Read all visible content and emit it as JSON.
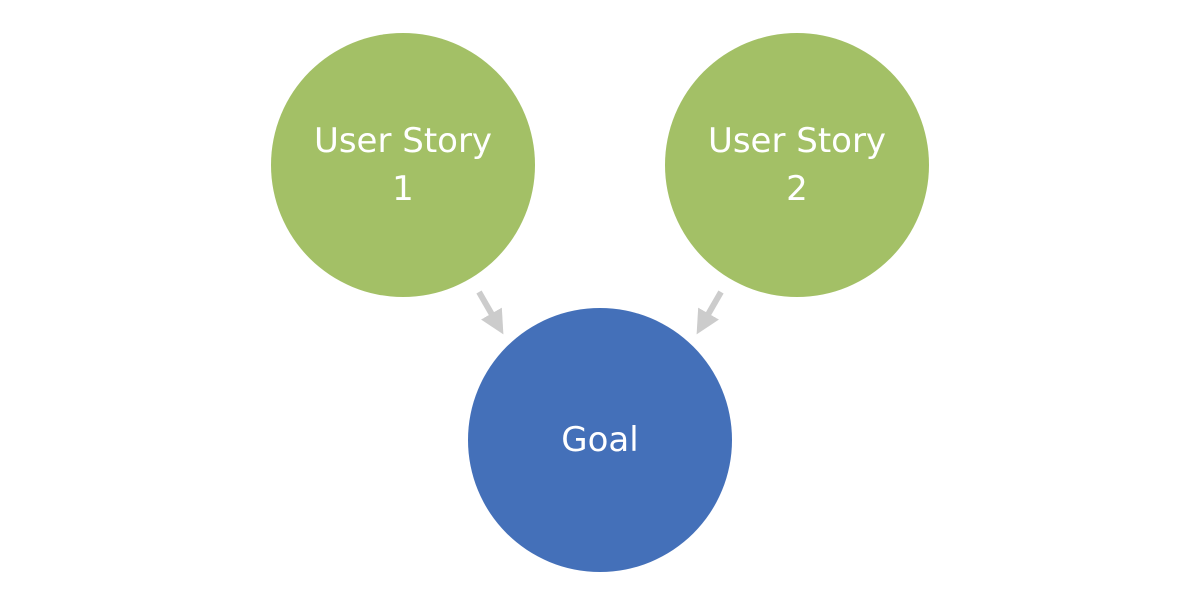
{
  "colors": {
    "story_fill": "#a3c066",
    "goal_fill": "#4470b9",
    "arrow": "#cccccc",
    "text": "#ffffff"
  },
  "diagram": {
    "nodes": {
      "story1": {
        "label": "User Story\n1"
      },
      "story2": {
        "label": "User Story\n2"
      },
      "goal": {
        "label": "Goal"
      }
    },
    "edges": [
      {
        "from": "story1",
        "to": "goal"
      },
      {
        "from": "story2",
        "to": "goal"
      }
    ]
  }
}
